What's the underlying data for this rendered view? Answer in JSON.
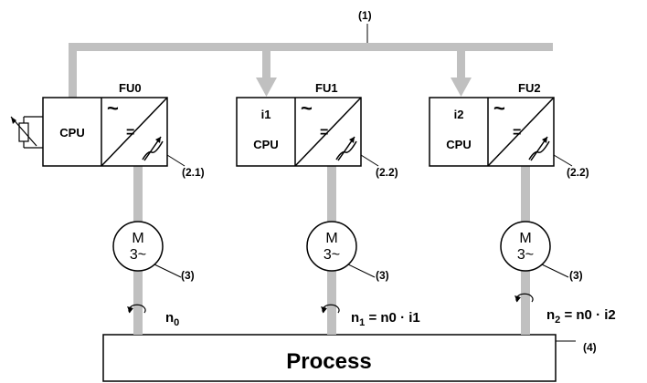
{
  "bus_label": "(1)",
  "drives": [
    {
      "name": "FU0",
      "cpu_label": "CPU",
      "ratio_label": "",
      "ref_label": "(2.1)",
      "motor_top": "M",
      "motor_bottom": "3~",
      "motor_ref": "(3)",
      "speed_var": "n",
      "speed_sub": "0",
      "speed_tail": ""
    },
    {
      "name": "FU1",
      "cpu_label": "CPU",
      "ratio_label": "i1",
      "ref_label": "(2.2)",
      "motor_top": "M",
      "motor_bottom": "3~",
      "motor_ref": "(3)",
      "speed_var": "n",
      "speed_sub": "1",
      "speed_tail": " = n0 · i1"
    },
    {
      "name": "FU2",
      "cpu_label": "CPU",
      "ratio_label": "i2",
      "ref_label": "(2.2)",
      "motor_top": "M",
      "motor_bottom": "3~",
      "motor_ref": "(3)",
      "speed_var": "n",
      "speed_sub": "2",
      "speed_tail": " = n0 · i2"
    }
  ],
  "process": {
    "label": "Process",
    "ref_label": "(4)"
  },
  "colors": {
    "bus": "#c0c0c0",
    "line": "#000000",
    "box_fill": "#ffffff"
  }
}
